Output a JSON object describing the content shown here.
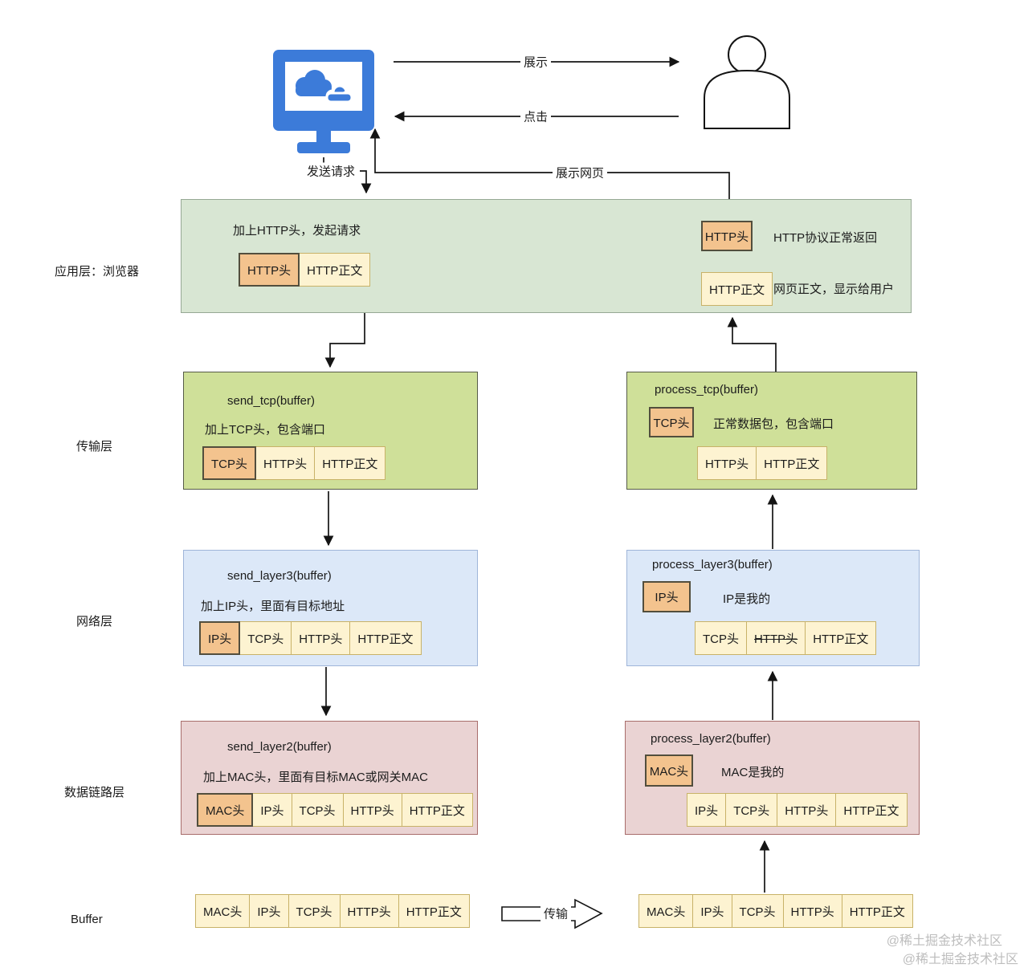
{
  "top": {
    "arrow_display": "展示",
    "arrow_click": "点击",
    "send_request": "发送请求",
    "show_page": "展示网页"
  },
  "colors": {
    "app_fill": "#d8e6d3",
    "transport_fill": "#cfe099",
    "network_fill": "#dce8f8",
    "datalink_fill": "#ead3d3",
    "header_cell_fill": "#f3c38e",
    "body_cell_fill": "#fdf3d1",
    "computer_blue": "#3c7bd9"
  },
  "app_layer": {
    "side_label": "应用层：浏览器",
    "request_note": "加上HTTP头，发起请求",
    "request_cells": [
      "HTTP头",
      "HTTP正文"
    ],
    "response_header_cell": "HTTP头",
    "response_header_note": "HTTP协议正常返回",
    "response_body_cell": "HTTP正文",
    "response_body_note": "网页正文，显示给用户"
  },
  "transport_layer": {
    "side_label": "传输层",
    "send": {
      "title": "send_tcp(buffer)",
      "note": "加上TCP头，包含端口",
      "cells": [
        "TCP头",
        "HTTP头",
        "HTTP正文"
      ]
    },
    "process": {
      "title": "process_tcp(buffer)",
      "header_cell": "TCP头",
      "note": "正常数据包，包含端口",
      "cells": [
        "HTTP头",
        "HTTP正文"
      ]
    }
  },
  "network_layer": {
    "side_label": "网络层",
    "send": {
      "title": "send_layer3(buffer)",
      "note": "加上IP头，里面有目标地址",
      "cells": [
        "IP头",
        "TCP头",
        "HTTP头",
        "HTTP正文"
      ]
    },
    "process": {
      "title": "process_layer3(buffer)",
      "header_cell": "IP头",
      "note": "IP是我的",
      "cells": [
        "TCP头",
        "HTTP头",
        "HTTP正文"
      ]
    }
  },
  "datalink_layer": {
    "side_label": "数据链路层",
    "send": {
      "title": "send_layer2(buffer)",
      "note": "加上MAC头，里面有目标MAC或网关MAC",
      "cells": [
        "MAC头",
        "IP头",
        "TCP头",
        "HTTP头",
        "HTTP正文"
      ]
    },
    "process": {
      "title": "process_layer2(buffer)",
      "header_cell": "MAC头",
      "note": "MAC是我的",
      "cells": [
        "IP头",
        "TCP头",
        "HTTP头",
        "HTTP正文"
      ]
    }
  },
  "buffer_row": {
    "side_label": "Buffer",
    "left_cells": [
      "MAC头",
      "IP头",
      "TCP头",
      "HTTP头",
      "HTTP正文"
    ],
    "transfer_label": "传输",
    "right_cells": [
      "MAC头",
      "IP头",
      "TCP头",
      "HTTP头",
      "HTTP正文"
    ]
  },
  "watermark": {
    "line1": "@稀土掘金技术社区",
    "line2": "@稀土掘金技术社区"
  }
}
